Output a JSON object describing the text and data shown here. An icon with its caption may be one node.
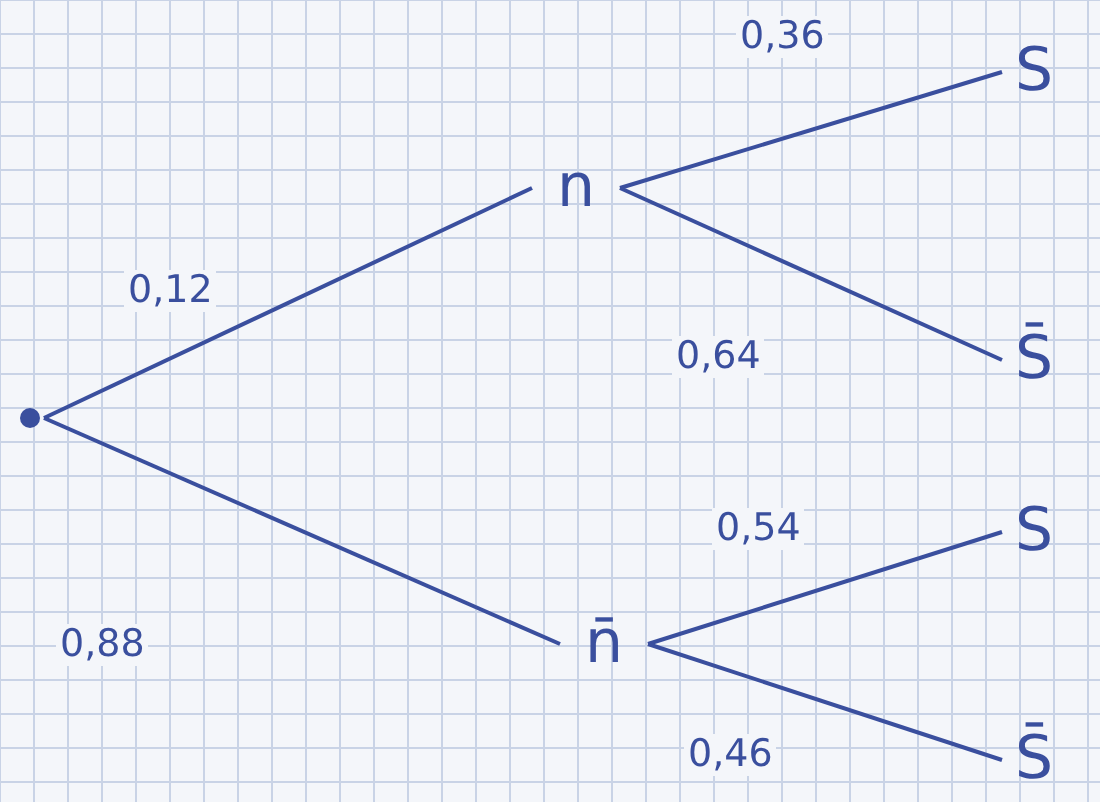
{
  "diagram": {
    "nodes": [
      {
        "text": [],
        "shape": "dot"
      },
      {
        "text": [
          "n"
        ]
      },
      {
        "text": [
          "n̄"
        ]
      },
      {
        "text": [
          "S"
        ]
      },
      {
        "text": [
          "S̄"
        ]
      },
      {
        "text": [
          "S"
        ]
      },
      {
        "text": [
          "S̄"
        ]
      }
    ],
    "edges": [
      {
        "from": 0,
        "to": 1,
        "arrow": "none",
        "label": "0,12"
      },
      {
        "from": 0,
        "to": 2,
        "arrow": "none",
        "label": "0,88"
      },
      {
        "from": 1,
        "to": 3,
        "arrow": "none",
        "label": "0,36"
      },
      {
        "from": 1,
        "to": 4,
        "arrow": "none",
        "label": "0,64"
      },
      {
        "from": 2,
        "to": 5,
        "arrow": "none",
        "label": "0,54"
      },
      {
        "from": 2,
        "to": 6,
        "arrow": "none",
        "label": "0,46"
      }
    ]
  }
}
